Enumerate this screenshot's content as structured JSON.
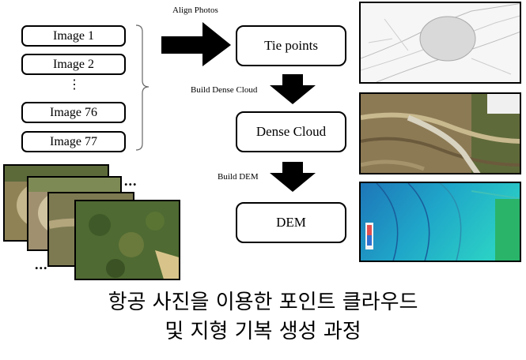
{
  "input_images": {
    "items": [
      "Image 1",
      "Image 2",
      "Image 76",
      "Image 77"
    ],
    "vertical_ellipsis": "⋮"
  },
  "operations": {
    "align": "Align Photos",
    "dense": "Build Dense Cloud",
    "dem": "Build DEM"
  },
  "stages": {
    "tie_points": "Tie points",
    "dense_cloud": "Dense Cloud",
    "dem": "DEM"
  },
  "photo_stack": {
    "ellipsis": "..."
  },
  "caption": {
    "line1": "항공 사진을 이용한 포인트 클라우드",
    "line2": "및 지형 기복 생성 과정"
  },
  "colors": {
    "box_border": "#000000",
    "arrow": "#000000",
    "dem_ramp": [
      "#2bd0c5",
      "#1fa6c9",
      "#1e76b8"
    ]
  }
}
